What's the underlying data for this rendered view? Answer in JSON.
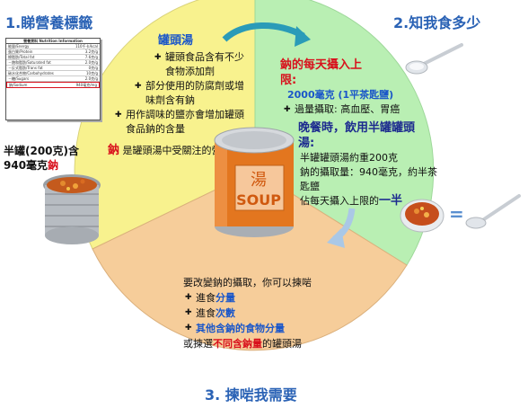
{
  "step1": {
    "title": "1.睇營養標籤"
  },
  "step2": {
    "title": "2.知我食多少"
  },
  "step3": {
    "title": "3. 揀啱我需要"
  },
  "label_panel": {
    "header": "營養資料 Nutrition Information",
    "rows": [
      {
        "name": "能量/Energy",
        "value": "110千卡/kcal"
      },
      {
        "name": "蛋白質/Protein",
        "value": "3.2克/g"
      },
      {
        "name": "總脂肪/Total fat",
        "value": "7.6克/g"
      },
      {
        "name": "－飽和脂肪/Saturated fat",
        "value": "2.0克/g"
      },
      {
        "name": "－反式脂肪/Trans fat",
        "value": "0克/g"
      },
      {
        "name": "碳水化合物/Carbohydrates",
        "value": "10克/g"
      },
      {
        "name": "－糖/Sugars",
        "value": "2.0克/g"
      },
      {
        "name": "鈉/Sodium",
        "value": "940毫克/mg"
      }
    ]
  },
  "left_caption": {
    "line1": "半罐(200克)含",
    "line2_prefix": "940毫克",
    "line2_highlight": "鈉"
  },
  "yellow_wedge": {
    "heading": "罐頭湯",
    "bullets": [
      "罐頭食品含有不少食物添加劑",
      "部分使用的防腐劑或增味劑含有鈉",
      "用作調味的鹽亦會增加罐頭食品鈉的含量"
    ],
    "sodium_word": "鈉",
    "sodium_note": "是罐頭湯中受關注的營養素"
  },
  "green_wedge": {
    "heading": "鈉的每天攝入上限:",
    "limit": "2000毫克 (1平茶匙鹽)",
    "bullet": "過量攝取: 高血壓、胃癌",
    "dinner_heading": "晚餐時，飲用半罐罐頭湯:",
    "dinner_line1": "半罐罐頭湯約重200克",
    "dinner_line2": "鈉的攝取量：940毫克，約半茶匙鹽",
    "dinner_line3_prefix": "佔每天攝入上限的",
    "dinner_line3_highlight": "一半"
  },
  "orange_wedge": {
    "intro": "要改變鈉的攝取，你可以揀啱",
    "bullets": [
      {
        "prefix": "進食",
        "highlight": "分量",
        "suffix": ""
      },
      {
        "prefix": "進食",
        "highlight": "次數",
        "suffix": ""
      },
      {
        "prefix": "",
        "highlight": "其他含鈉的食物分量",
        "suffix": ""
      }
    ],
    "closing_prefix": "或揀選",
    "closing_highlight": "不同含鈉量",
    "closing_suffix": "的罐頭湯"
  },
  "can": {
    "chinese": "湯",
    "english": "SOUP"
  },
  "equals": "=",
  "colors": {
    "yellow": "#f8f28e",
    "green": "#b9efb3",
    "orange": "#f6cd9a",
    "step_blue": "#2a62b5",
    "red": "#d8101c",
    "heading_blue": "#1a56c9"
  }
}
